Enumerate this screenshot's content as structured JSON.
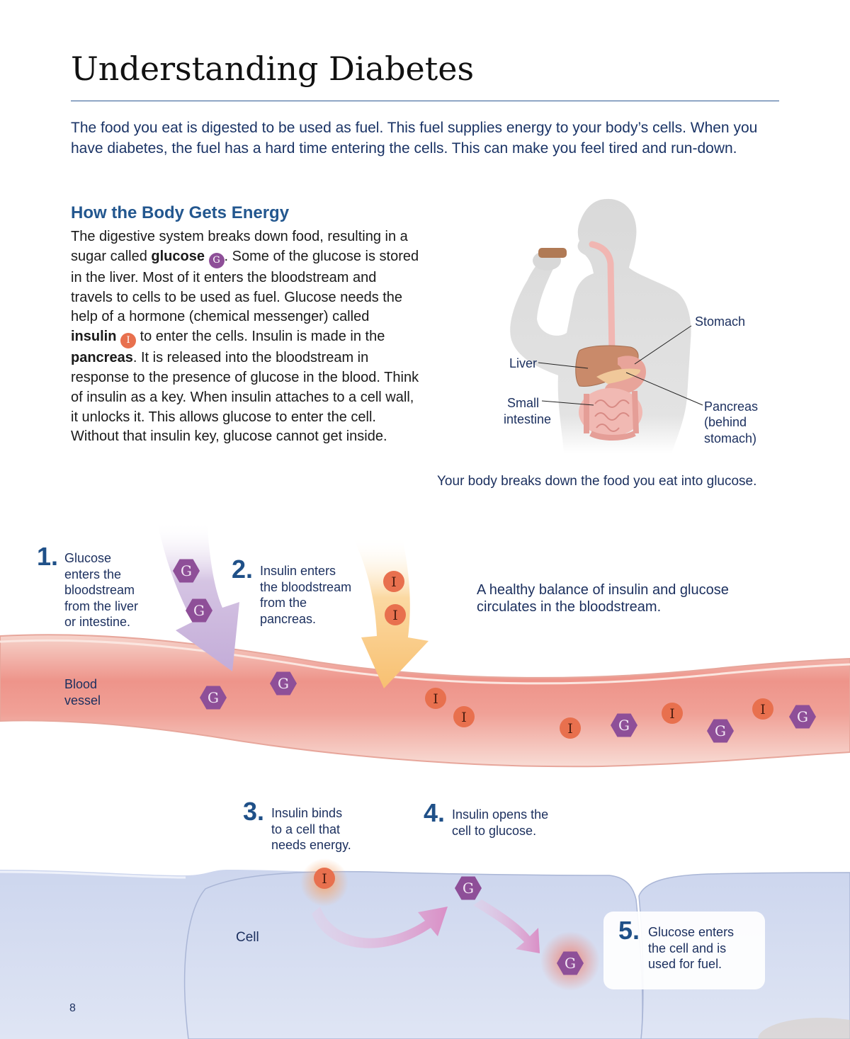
{
  "page": {
    "title": "Understanding Diabetes",
    "intro": "The food you eat is digested to be used as fuel. This fuel supplies energy to your body’s cells. When you have diabetes, the fuel has a hard time entering the cells. This can make you feel tired and run-down.",
    "section_heading": "How the Body Gets Energy",
    "body": {
      "p1": "The digestive system breaks down food, resulting in a sugar called ",
      "glucose_word": "glucose",
      "p2": ". Some of the glucose is stored in the liver. Most of it enters the bloodstream and travels to cells to be used as fuel. Glucose needs the help of a hormone (chemical messenger) called ",
      "insulin_word": "insulin",
      "p3": " to enter the cells. Insulin is made in the ",
      "pancreas_word": "pancreas",
      "p4": ". It is released into the bloodstream in response to the presence of glucose in the blood. Think of insulin as a key. When insulin attaches to a cell wall, it unlocks it. This allows glucose to enter the cell. Without that insulin key, glucose cannot get inside."
    },
    "badge_g": "G",
    "badge_i": "I",
    "page_number": "8"
  },
  "anatomy": {
    "labels": {
      "stomach": "Stomach",
      "liver": "Liver",
      "small_intestine_1": "Small",
      "small_intestine_2": "intestine",
      "pancreas_1": "Pancreas",
      "pancreas_2": "(behind",
      "pancreas_3": "stomach)"
    },
    "caption": "Your body breaks down the food you eat into glucose."
  },
  "process": {
    "step1": {
      "num": "1.",
      "lines": [
        "Glucose",
        "enters the",
        "bloodstream",
        "from the liver",
        "or intestine."
      ]
    },
    "step2": {
      "num": "2.",
      "lines": [
        "Insulin enters",
        "the bloodstream",
        "from the",
        "pancreas."
      ]
    },
    "balance": [
      "A healthy balance of insulin and glucose",
      "circulates in the bloodstream."
    ],
    "blood_vessel": [
      "Blood",
      "vessel"
    ],
    "step3": {
      "num": "3.",
      "lines": [
        "Insulin binds",
        "to a cell that",
        "needs energy."
      ]
    },
    "step4": {
      "num": "4.",
      "lines": [
        "Insulin opens the",
        "cell to glucose."
      ]
    },
    "cell_label": "Cell",
    "step5": {
      "num": "5.",
      "lines": [
        "Glucose enters",
        "the cell and is",
        "used for fuel."
      ]
    }
  }
}
